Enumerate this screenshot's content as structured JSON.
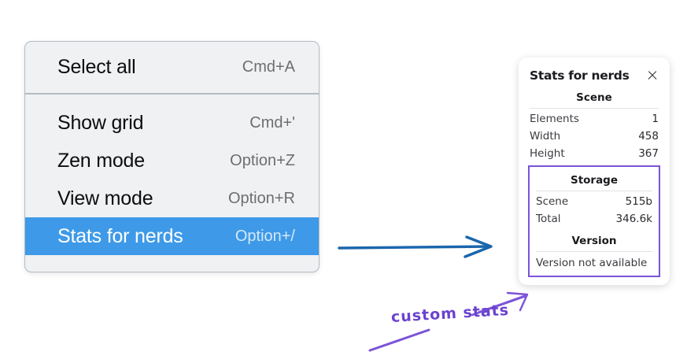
{
  "context_menu": {
    "sections": [
      {
        "items": [
          {
            "label": "Select all",
            "shortcut": "Cmd+A",
            "selected": false,
            "name": "menu-item-select-all"
          }
        ]
      },
      {
        "items": [
          {
            "label": "Show grid",
            "shortcut": "Cmd+'",
            "selected": false,
            "name": "menu-item-show-grid"
          },
          {
            "label": "Zen mode",
            "shortcut": "Option+Z",
            "selected": false,
            "name": "menu-item-zen-mode"
          },
          {
            "label": "View mode",
            "shortcut": "Option+R",
            "selected": false,
            "name": "menu-item-view-mode"
          },
          {
            "label": "Stats for nerds",
            "shortcut": "Option+/",
            "selected": true,
            "name": "menu-item-stats-for-nerds"
          }
        ]
      }
    ],
    "highlight_color": "#3e9ae8",
    "background_color": "#f0f1f3"
  },
  "stats_panel": {
    "title": "Stats for nerds",
    "close_icon": "close-icon",
    "scene": {
      "heading": "Scene",
      "rows": [
        {
          "label": "Elements",
          "value": "1"
        },
        {
          "label": "Width",
          "value": "458"
        },
        {
          "label": "Height",
          "value": "367"
        }
      ]
    },
    "storage": {
      "heading": "Storage",
      "rows": [
        {
          "label": "Scene",
          "value": "515b"
        },
        {
          "label": "Total",
          "value": "346.6k"
        }
      ]
    },
    "version": {
      "heading": "Version",
      "text": "Version not available"
    },
    "highlight_box_color": "#7b53d8"
  },
  "annotations": {
    "label": "custom stats",
    "label_color": "#6b42cf",
    "blue_arrow_color": "#1a66ad",
    "purple_arrow_color": "#7b53d8"
  }
}
